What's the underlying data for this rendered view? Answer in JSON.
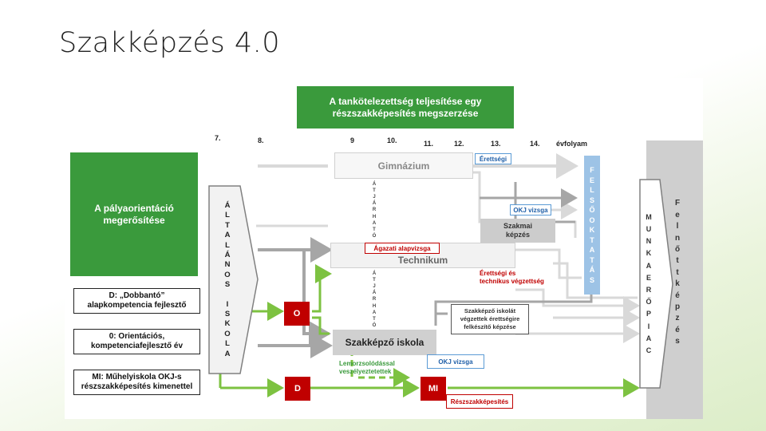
{
  "slide_title": "Szakképzés 4.0",
  "top_green": [
    "A tankötelezettség teljesítése egy",
    "részszakképesítés megszerzése"
  ],
  "left_green": [
    "A pályaorientáció",
    "megerősítése"
  ],
  "grades": {
    "g7": "7.",
    "g8": "8.",
    "g9": "9",
    "g10": "10.",
    "g11": "11.",
    "g12": "12.",
    "g13": "13.",
    "g14": "14.",
    "unit": "évfolyam"
  },
  "boxes": {
    "dobbanto": [
      "D: „Dobbantó”",
      "alapkompetencia fejlesztő"
    ],
    "orientacios": [
      "0: Orientációs,",
      "kompetenciafejlesztő év"
    ],
    "muhelyiskola": [
      "MI: Műhelyiskola OKJ-s",
      "részszakképesítés kimenettel"
    ]
  },
  "general_school": [
    "Á",
    "L",
    "T",
    "A",
    "L",
    "Á",
    "N",
    "O",
    "S",
    "",
    "I",
    "S",
    "K",
    "O",
    "L",
    "A"
  ],
  "gimnazium": "Gimnázium",
  "technikum": "Technikum",
  "szakkepzo": "Szakképző iskola",
  "agazati": "Ágazati alapvizsga",
  "atjarhato": [
    "Á",
    "T",
    "J",
    "Á",
    "R",
    "H",
    "A",
    "T",
    "Ó"
  ],
  "erettsegi": "Érettségi",
  "okj_vizsga_top": "OKJ vizsga",
  "okj_vizsga_bottom": "OKJ vizsga",
  "szakmai_kepzes": [
    "Szakmai",
    "képzés"
  ],
  "erettsegi_technikus": [
    "Érettségi és",
    "technikus végzettség"
  ],
  "szakkepzo_erettsegi": [
    "Szakképző iskolát",
    "végzettek érettségire",
    "felkészítő képzése"
  ],
  "lemorzsolodas": [
    "Lemorzsolódással",
    "veszélyeztetettek"
  ],
  "reszszakkepesites": "Részszakképesítés",
  "red_o": "O",
  "red_d": "D",
  "red_mi": "MI",
  "felsooktatas": [
    "F",
    "E",
    "L",
    "S",
    "Ő",
    "O",
    "K",
    "T",
    "A",
    "T",
    "Á",
    "S"
  ],
  "munkaeropiac": [
    "M",
    "U",
    "N",
    "K",
    "A",
    "E",
    "R",
    "Ő",
    "P",
    "I",
    "A",
    "C"
  ],
  "felnottkepzes": [
    "F",
    "e",
    "l",
    "n",
    "ő",
    "t",
    "t",
    "k",
    "é",
    "p",
    "z",
    "é",
    "s"
  ],
  "colors": {
    "green": "#3a9a3c",
    "red": "#c00000",
    "blue": "#5b9bd5",
    "gray_line": "#a6a6a6",
    "light_line": "#d9d9d9",
    "arrow_green": "#7dc241"
  }
}
